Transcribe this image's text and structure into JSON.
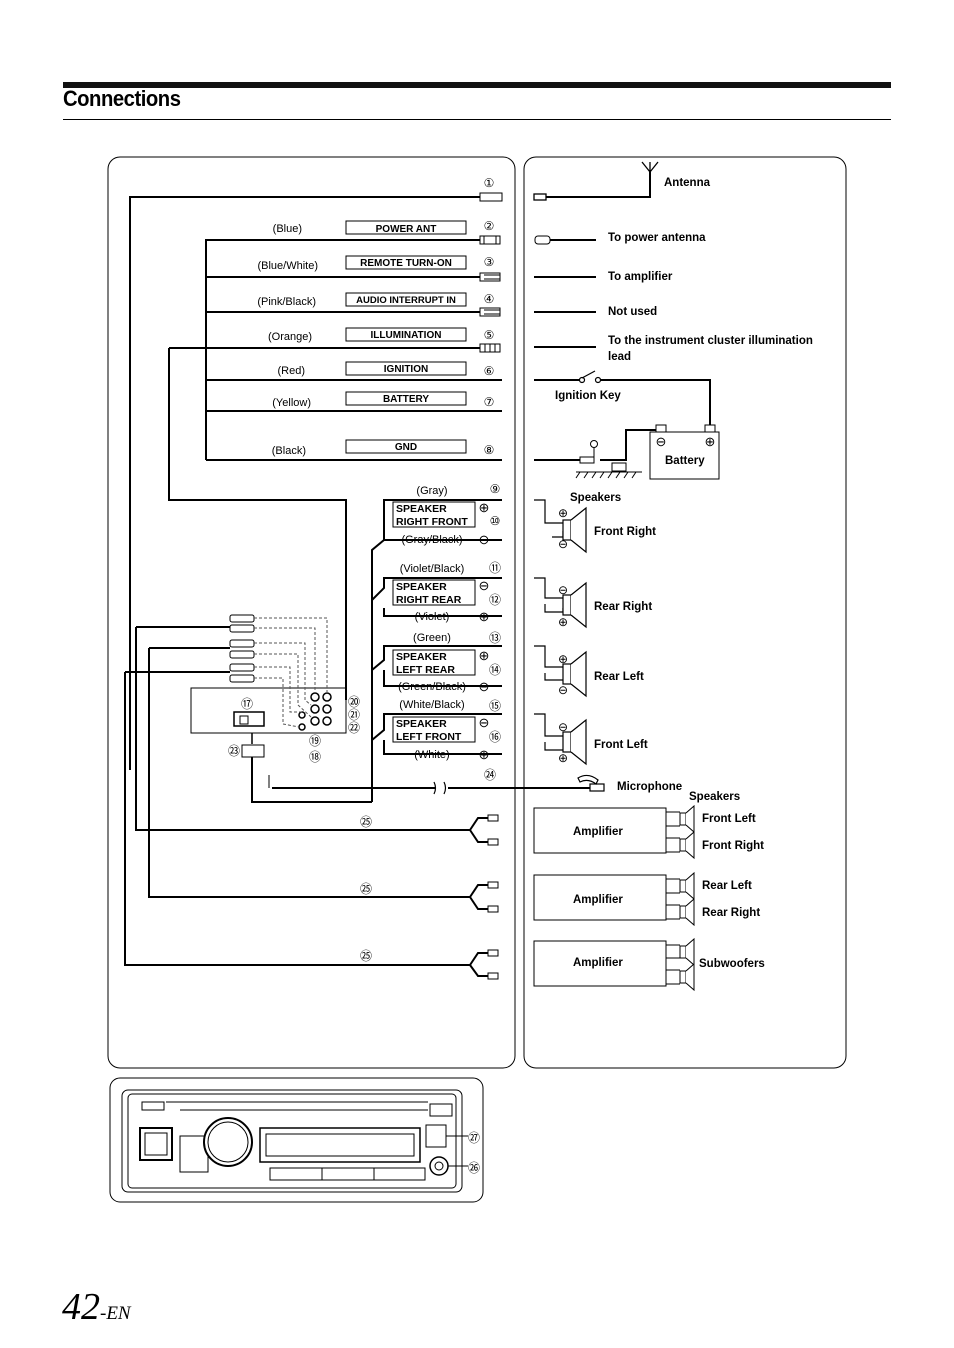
{
  "header": {
    "title": "Connections",
    "page_num": "42",
    "page_suffix": "-EN"
  },
  "markers": [
    "①",
    "②",
    "③",
    "④",
    "⑤",
    "⑥",
    "⑦",
    "⑧",
    "⑨",
    "⑩",
    "⑪",
    "⑫",
    "⑬",
    "⑭",
    "⑮",
    "⑯",
    "⑰",
    "⑱",
    "⑲",
    "⑳",
    "㉑",
    "㉒",
    "㉓",
    "㉔",
    "㉕",
    "㉖",
    "㉗"
  ],
  "wires": [
    {
      "color": "(Blue)",
      "label": "POWER ANT"
    },
    {
      "color": "(Blue/White)",
      "label": "REMOTE TURN-ON"
    },
    {
      "color": "(Pink/Black)",
      "label": "AUDIO INTERRUPT IN"
    },
    {
      "color": "(Orange)",
      "label": "ILLUMINATION"
    },
    {
      "color": "(Red)",
      "label": "IGNITION"
    },
    {
      "color": "(Yellow)",
      "label": "BATTERY"
    },
    {
      "color": "(Black)",
      "label": "GND"
    }
  ],
  "destinations": {
    "antenna": "Antenna",
    "power_antenna": "To power antenna",
    "amplifier": "To amplifier",
    "not_used": "Not used",
    "illum_1": "To the instrument cluster illumination",
    "illum_2": "lead",
    "ignition_key": "Ignition Key",
    "battery": "Battery"
  },
  "speaker_groups": [
    {
      "line1": "SPEAKER",
      "line2": "RIGHT FRONT",
      "top_color": "(Gray)",
      "bottom_color": "(Gray/Black)",
      "top_sign": "⊕",
      "bottom_sign": "⊖",
      "dest": "Front Right"
    },
    {
      "line1": "SPEAKER",
      "line2": "RIGHT REAR",
      "top_color": "(Violet/Black)",
      "bottom_color": "(Violet)",
      "top_sign": "⊖",
      "bottom_sign": "⊕",
      "dest": "Rear Right"
    },
    {
      "line1": "SPEAKER",
      "line2": "LEFT REAR",
      "top_color": "(Green)",
      "bottom_color": "(Green/Black)",
      "top_sign": "⊕",
      "bottom_sign": "⊖",
      "dest": "Rear Left"
    },
    {
      "line1": "SPEAKER",
      "line2": "LEFT FRONT",
      "top_color": "(White/Black)",
      "bottom_color": "(White)",
      "top_sign": "⊖",
      "bottom_sign": "⊕",
      "dest": "Front Left"
    }
  ],
  "speakers_label": "Speakers",
  "microphone": "Microphone",
  "amplifiers": [
    {
      "label": "Amplifier",
      "outputs": [
        "Front Left",
        "Front Right"
      ]
    },
    {
      "label": "Amplifier",
      "outputs": [
        "Rear Left",
        "Rear Right"
      ]
    },
    {
      "label": "Amplifier",
      "outputs": [
        "Subwoofers"
      ]
    }
  ],
  "colors": {
    "ink": "#000000",
    "dash": "#555555"
  }
}
